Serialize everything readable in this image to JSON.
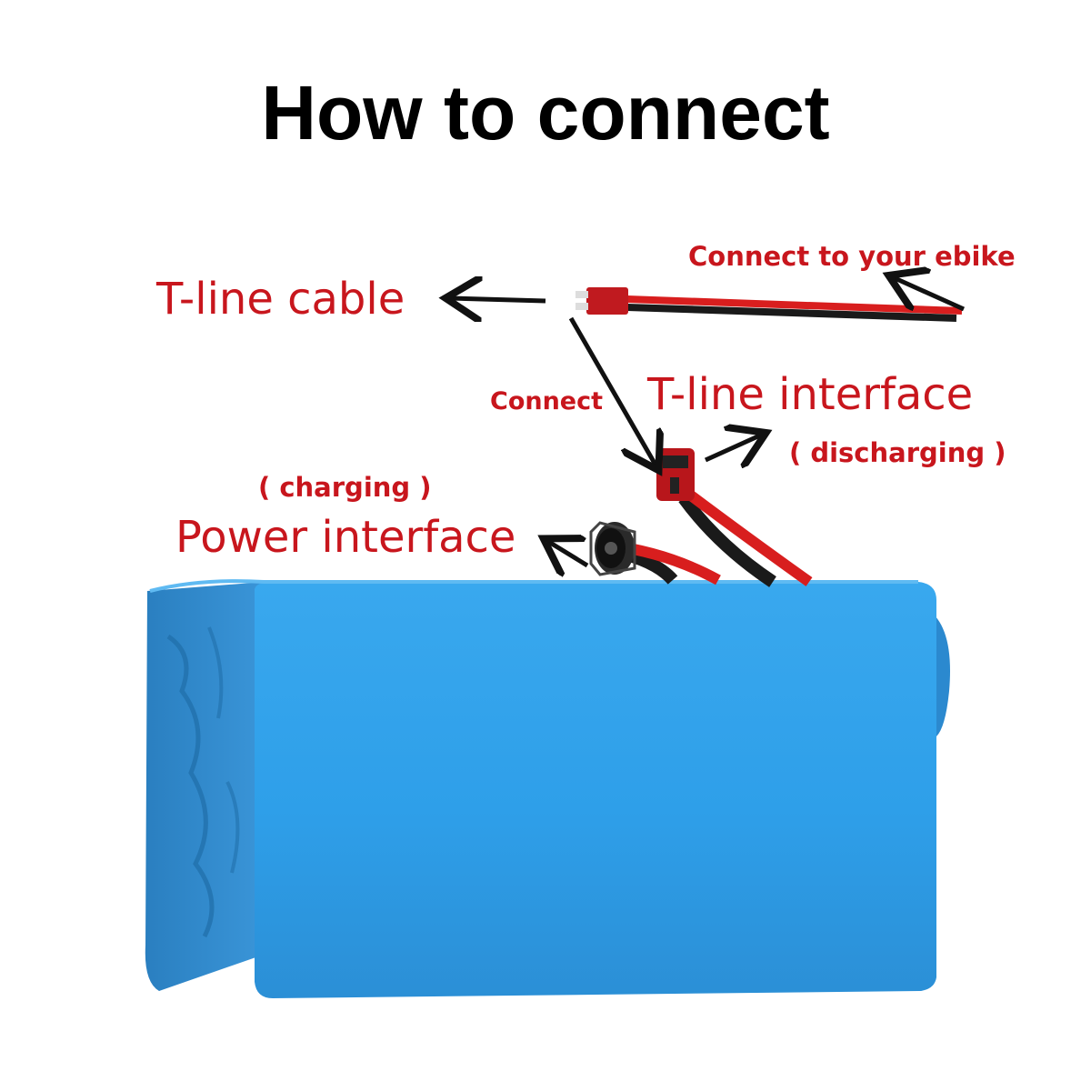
{
  "title": "How to connect",
  "labels": {
    "connect_ebike": "Connect to your ebike",
    "t_line_cable": "T-line cable",
    "connect": "Connect",
    "t_line_interface": "T-line interface",
    "discharging": "( discharging )",
    "charging": "( charging )",
    "power_interface": "Power interface"
  },
  "colors": {
    "label_red": "#c8161d",
    "battery_blue": "#2f9fe8",
    "wire_red": "#d81e1e",
    "wire_black": "#1a1a1a",
    "connector_red": "#b8161b"
  }
}
